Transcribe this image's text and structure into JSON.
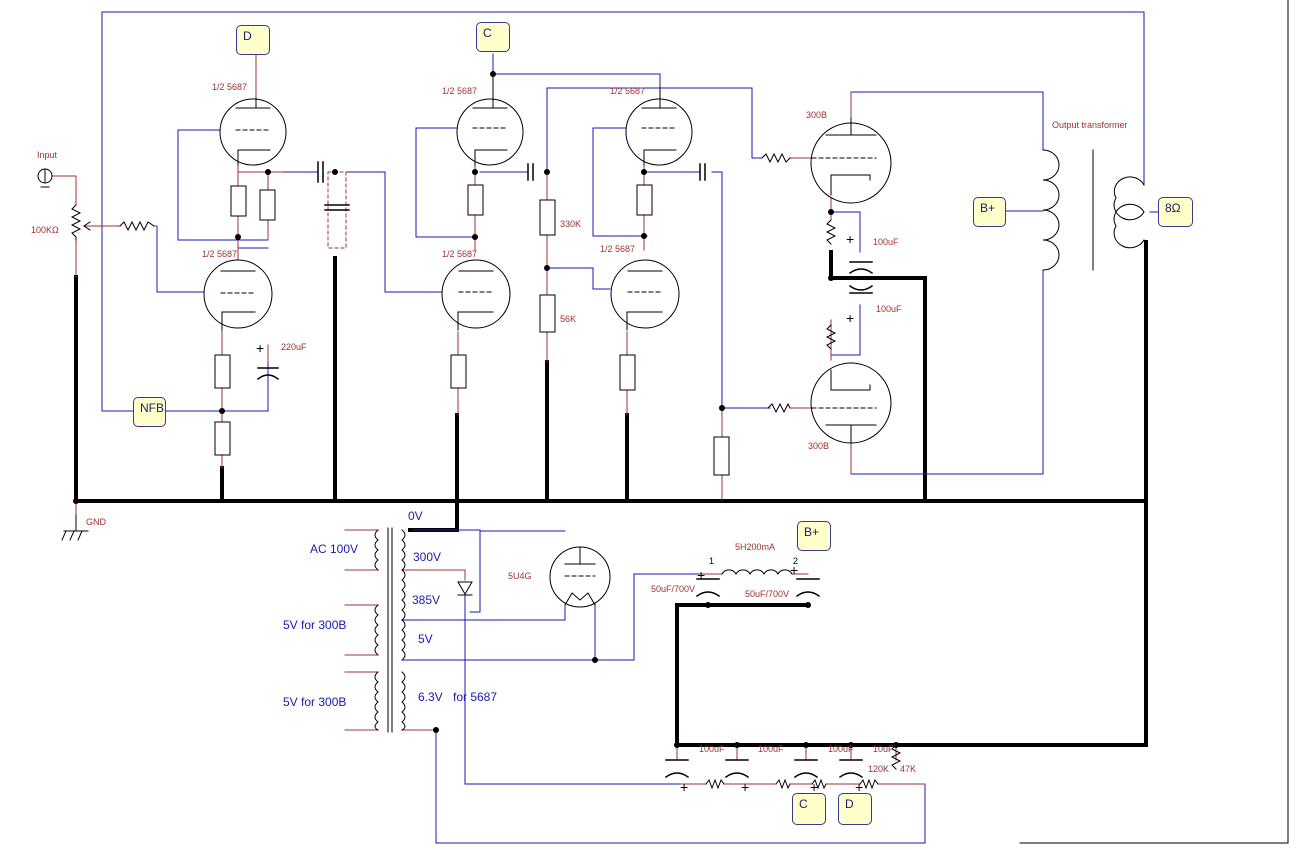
{
  "tubes": {
    "v1a": "1/2 5687",
    "v1b": "1/2 5687",
    "v2a": "1/2 5687",
    "v2b": "1/2 5687",
    "v3a": "1/2 5687",
    "v3b": "1/2 5687",
    "out_top": "300B",
    "out_bottom": "300B",
    "rectifier": "5U4G"
  },
  "components": {
    "input": "Input",
    "pot": "100KΩ",
    "gnd": "GND",
    "cap_220": "220uF",
    "r_330k": "330K",
    "r_56k": "56K",
    "cap_100_top": "100uF",
    "cap_100_bottom": "100uF",
    "output_transformer": "Output transformer",
    "choke": "5H200mA",
    "choke_pin1": "1",
    "choke_pin2": "2",
    "cap_50_a": "50uF/700V",
    "cap_50_b": "50uF/700V",
    "filt_c1": "100uF",
    "filt_c2": "100uF",
    "filt_c3": "100uF",
    "filt_c4": "10uF",
    "r_120k": "120K",
    "r_47k": "47K"
  },
  "transformer": {
    "ac_in": "AC 100V",
    "zero": "0V",
    "v300": "300V",
    "v385": "385V",
    "v5": "5V",
    "fil_300b_1": "5V for 300B",
    "fil_300b_2": "5V for 300B",
    "fil_63": "6.3V",
    "fil_63_for": "for 5687"
  },
  "tags": {
    "d_top": "D",
    "c_top": "C",
    "bplus_ot": "B+",
    "speaker": "8Ω",
    "nfb": "NFB",
    "bplus_psu": "B+",
    "c_bottom": "C",
    "d_bottom": "D"
  },
  "colors": {
    "wire_blue": "#1a1ab4",
    "wire_red": "#a03030",
    "ground_bus": "#000000",
    "tag_fill": "#ffffcc"
  }
}
